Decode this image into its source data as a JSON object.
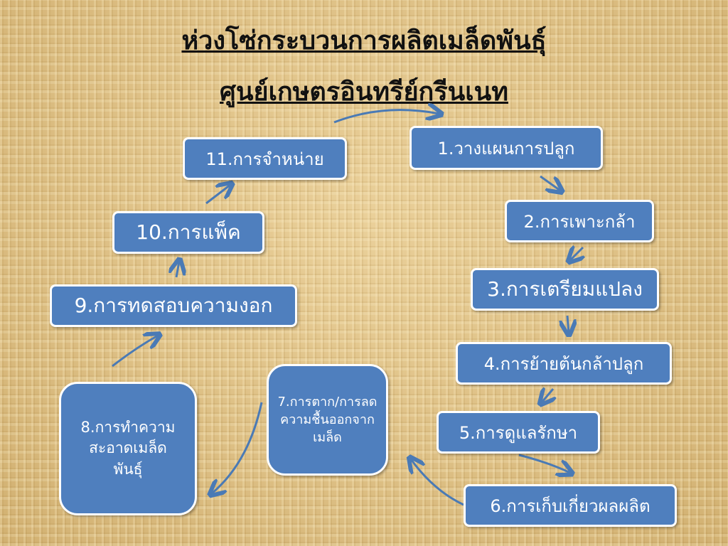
{
  "title_line1": "ห่วงโซ่กระบวนการผลิตเมล็ดพันธุ์",
  "title_line2": "ศูนย์เกษตรอินทรีย์กรีนเนท",
  "steps": [
    "1.วางแผนการปลูก",
    "2.การเพาะกล้า",
    "3.การเตรียมแปลง",
    "4.การย้ายต้นกล้าปลูก",
    "5.การดูแลรักษา",
    "6.การเก็บเกี่ยวผลผลิต",
    "7.การตาก/การลดความชื้นออกจากเมล็ด",
    "8.การทำความสะอาดเมล็ดพันธุ์",
    "9.การทดสอบความงอก",
    "10.การแพ็ค",
    "11.การจำหน่าย"
  ],
  "colors": {
    "box": "#4f7fbe",
    "arrow": "#4a7ab5"
  }
}
